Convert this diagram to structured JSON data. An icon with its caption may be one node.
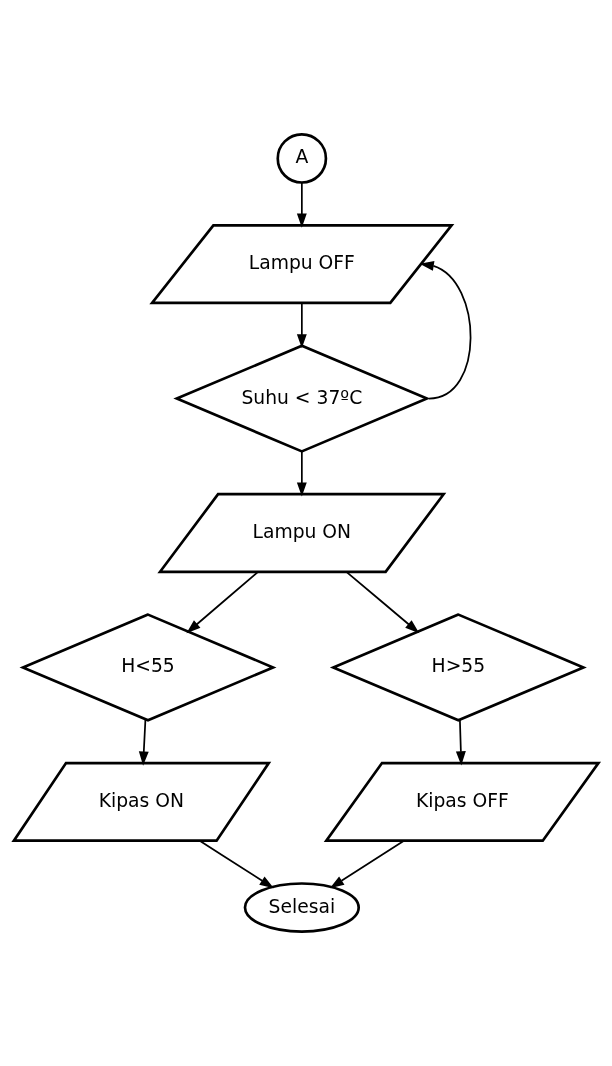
{
  "diagram": {
    "nodes": [
      {
        "text": [
          "A"
        ]
      },
      {
        "text": [
          "Lampu OFF"
        ]
      },
      {
        "text": [
          "Suhu < 37ºC"
        ]
      },
      {
        "text": [
          "Lampu ON"
        ]
      },
      {
        "text": [
          "H<55"
        ]
      },
      {
        "text": [
          "H>55"
        ]
      },
      {
        "text": [
          "Kipas ON"
        ]
      },
      {
        "text": [
          "Kipas OFF"
        ]
      },
      {
        "text": [
          "Selesai"
        ]
      }
    ],
    "edges": [
      {
        "from": 0,
        "to": 1,
        "arrow": "to"
      },
      {
        "from": 1,
        "to": 2,
        "arrow": "to"
      },
      {
        "from": 2,
        "to": 1,
        "arrow": "to"
      },
      {
        "from": 2,
        "to": 3,
        "arrow": "to"
      },
      {
        "from": 3,
        "to": 4,
        "arrow": "to"
      },
      {
        "from": 3,
        "to": 5,
        "arrow": "to"
      },
      {
        "from": 4,
        "to": 6,
        "arrow": "to"
      },
      {
        "from": 5,
        "to": 7,
        "arrow": "to"
      },
      {
        "from": 6,
        "to": 8,
        "arrow": "to"
      },
      {
        "from": 7,
        "to": 8,
        "arrow": "to"
      }
    ]
  }
}
